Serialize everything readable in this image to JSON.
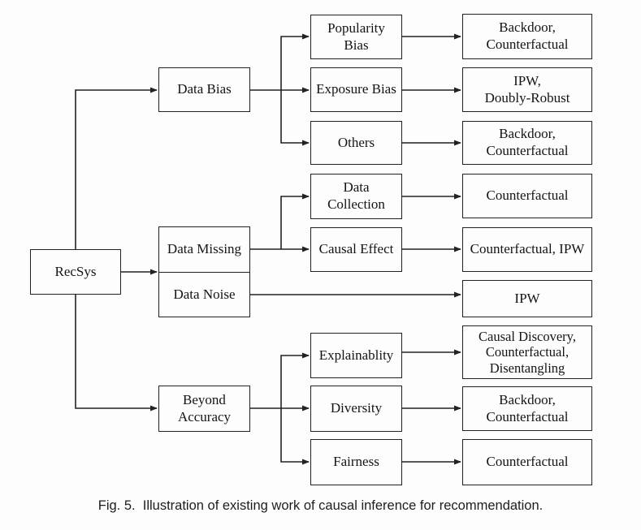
{
  "figure": {
    "caption": "Fig. 5.  Illustration of existing work of causal inference for recommendation."
  },
  "colors": {
    "ink": "#222222",
    "background": "#fdfdfd"
  },
  "nodes": {
    "recsys": {
      "label": "RecSys"
    },
    "data_bias": {
      "label": "Data Bias"
    },
    "data_missing": {
      "label": "Data Missing"
    },
    "data_noise": {
      "label": "Data Noise"
    },
    "beyond_accuracy": {
      "label": "Beyond\nAccuracy"
    },
    "popularity_bias": {
      "label": "Popularity\nBias"
    },
    "exposure_bias": {
      "label": "Exposure Bias"
    },
    "others": {
      "label": "Others"
    },
    "data_collection": {
      "label": "Data\nCollection"
    },
    "causal_effect": {
      "label": "Causal Effect"
    },
    "explainablity": {
      "label": "Explainablity"
    },
    "diversity": {
      "label": "Diversity"
    },
    "fairness": {
      "label": "Fairness"
    },
    "m_backdoor_cf_1": {
      "label": "Backdoor,\nCounterfactual"
    },
    "m_ipw_dr": {
      "label": "IPW,\nDoubly-Robust"
    },
    "m_backdoor_cf_2": {
      "label": "Backdoor,\nCounterfactual"
    },
    "m_cf_1": {
      "label": "Counterfactual"
    },
    "m_cf_ipw": {
      "label": "Counterfactual, IPW"
    },
    "m_ipw": {
      "label": "IPW"
    },
    "m_cd_cf_dis": {
      "label": "Causal Discovery,\nCounterfactual,\nDisentangling"
    },
    "m_backdoor_cf_3": {
      "label": "Backdoor,\nCounterfactual"
    },
    "m_cf_2": {
      "label": "Counterfactual"
    }
  },
  "edges": [
    [
      "RecSys",
      "Data Bias"
    ],
    [
      "RecSys",
      "Data Missing / Data Noise"
    ],
    [
      "RecSys",
      "Beyond Accuracy"
    ],
    [
      "Data Bias",
      "Popularity Bias"
    ],
    [
      "Data Bias",
      "Exposure Bias"
    ],
    [
      "Data Bias",
      "Others"
    ],
    [
      "Data Missing",
      "Data Collection"
    ],
    [
      "Data Missing",
      "Causal Effect"
    ],
    [
      "Data Noise",
      "IPW"
    ],
    [
      "Beyond Accuracy",
      "Explainablity"
    ],
    [
      "Beyond Accuracy",
      "Diversity"
    ],
    [
      "Beyond Accuracy",
      "Fairness"
    ],
    [
      "Popularity Bias",
      "Backdoor, Counterfactual"
    ],
    [
      "Exposure Bias",
      "IPW, Doubly-Robust"
    ],
    [
      "Others",
      "Backdoor, Counterfactual"
    ],
    [
      "Data Collection",
      "Counterfactual"
    ],
    [
      "Causal Effect",
      "Counterfactual, IPW"
    ],
    [
      "Explainablity",
      "Causal Discovery, Counterfactual, Disentangling"
    ],
    [
      "Diversity",
      "Backdoor, Counterfactual"
    ],
    [
      "Fairness",
      "Counterfactual"
    ]
  ]
}
